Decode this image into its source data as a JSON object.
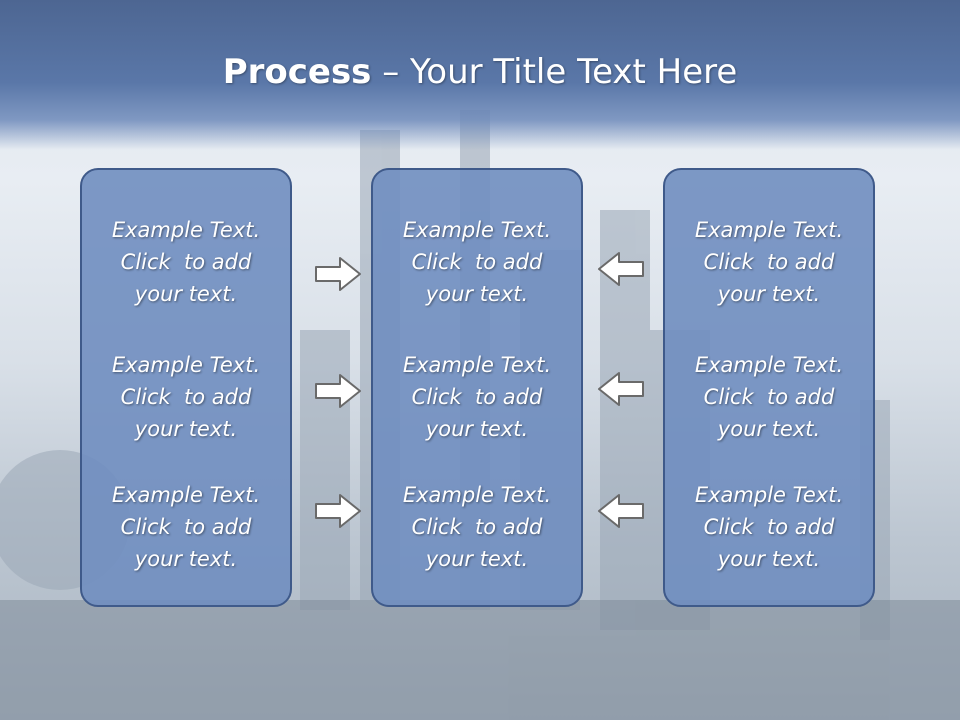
{
  "slide": {
    "title_bold": "Process",
    "title_rest": " – Your Title Text Here"
  },
  "columns": [
    {
      "items": [
        {
          "l1": "Example Text.",
          "l2": "Click  to add",
          "l3": "your text."
        },
        {
          "l1": "Example Text.",
          "l2": "Click  to add",
          "l3": "your text."
        },
        {
          "l1": "Example Text.",
          "l2": "Click  to add",
          "l3": "your text."
        }
      ]
    },
    {
      "items": [
        {
          "l1": "Example Text.",
          "l2": "Click  to add",
          "l3": "your text."
        },
        {
          "l1": "Example Text.",
          "l2": "Click  to add",
          "l3": "your text."
        },
        {
          "l1": "Example Text.",
          "l2": "Click  to add",
          "l3": "your text."
        }
      ]
    },
    {
      "items": [
        {
          "l1": "Example Text.",
          "l2": "Click  to add",
          "l3": "your text."
        },
        {
          "l1": "Example Text.",
          "l2": "Click  to add",
          "l3": "your text."
        },
        {
          "l1": "Example Text.",
          "l2": "Click  to add",
          "l3": "your text."
        }
      ]
    }
  ],
  "arrows": {
    "left_group": "arrow-right-icon",
    "right_group": "arrow-left-icon"
  },
  "colors": {
    "title_band": "#5a77a8",
    "box_fill": "#708ec0",
    "box_border": "#3f5a8a",
    "arrow_fill": "#ffffff",
    "arrow_stroke": "#6a6a6a"
  }
}
